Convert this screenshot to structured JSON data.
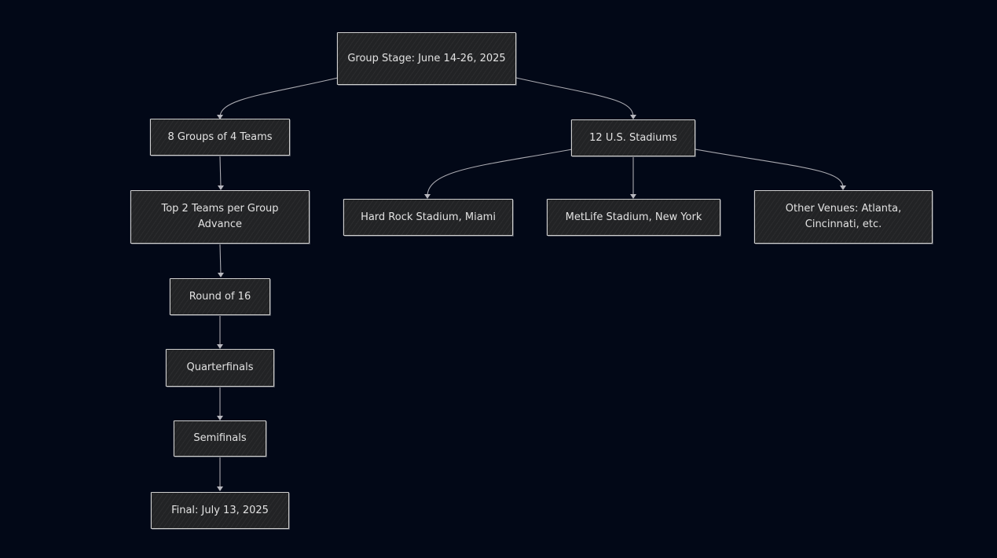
{
  "nodes": {
    "group_stage": "Group Stage: June 14-26, 2025",
    "groups": "8 Groups of 4 Teams",
    "advance": "Top 2 Teams per Group Advance",
    "round16": "Round of 16",
    "quarterfinals": "Quarterfinals",
    "semifinals": "Semifinals",
    "final": "Final: July 13, 2025",
    "stadiums": "12 U.S. Stadiums",
    "hard_rock": "Hard Rock Stadium, Miami",
    "metlife": "MetLife Stadium, New York",
    "other_venues": "Other Venues: Atlanta, Cincinnati, etc."
  },
  "colors": {
    "background": "#020817",
    "node_fill": "#222325",
    "node_border": "#cfcfcf",
    "text": "#e2e2e2",
    "edge": "#a9a9b0"
  }
}
